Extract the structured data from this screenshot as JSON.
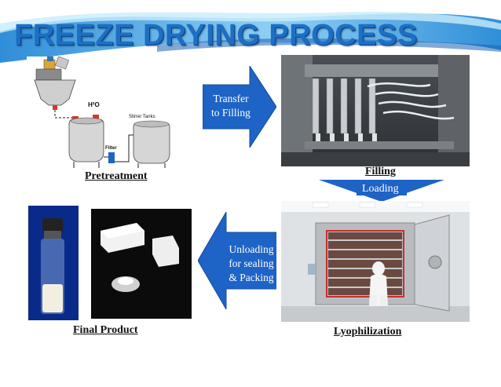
{
  "slide": {
    "title": "FREEZE DRYING PROCESS",
    "colors": {
      "title": "#1c6fc4",
      "arrow": "#1e63c6",
      "band": "#2f8ed8"
    }
  },
  "pretreatment": {
    "caption": "Pretreatment",
    "diagram_labels": {
      "water": "H²O",
      "tanks": "Stirrer Tanks",
      "filter": "Filter"
    }
  },
  "filling": {
    "caption": "Filling"
  },
  "lyophilization": {
    "caption": "Lyophilization"
  },
  "final_product": {
    "caption": "Final Product"
  },
  "arrows": {
    "transfer": {
      "line1": "Transfer",
      "line2": "to Filling"
    },
    "loading": {
      "label": "Loading"
    },
    "unloading": {
      "line1": "Unloading",
      "line2": "for sealing",
      "line3": "& Packing"
    }
  }
}
